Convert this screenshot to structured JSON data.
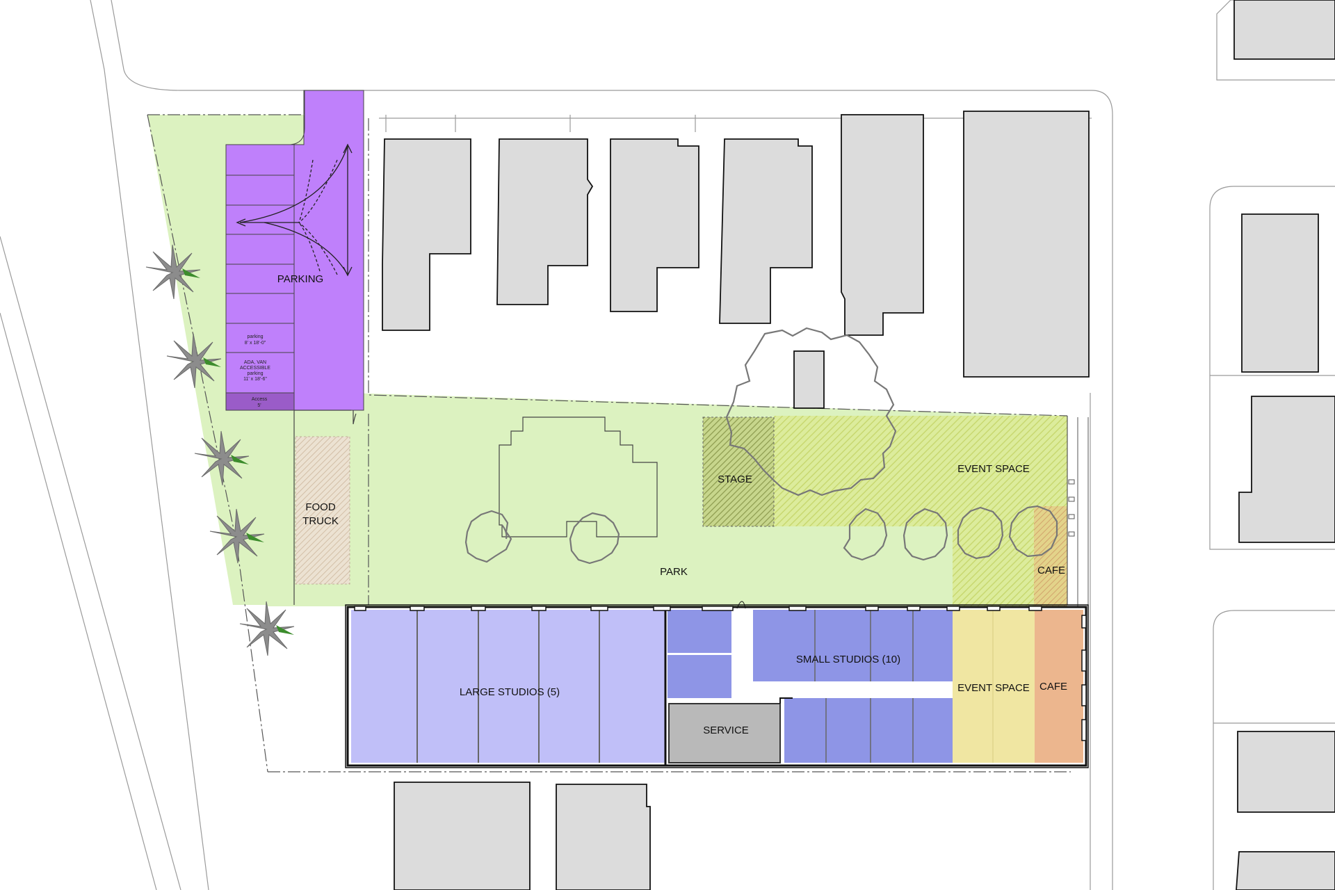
{
  "labels": {
    "parking": "PARKING",
    "parking_stall_1": "parking",
    "parking_stall_2": "8' x 18'-0\"",
    "ada_1": "ADA, VAN",
    "ada_2": "ACCESSIBLE",
    "ada_3": "parking",
    "ada_4": "11' x 18'-6\"",
    "access_1": "Access",
    "access_2": "5'",
    "food_truck_1": "FOOD",
    "food_truck_2": "TRUCK",
    "park": "PARK",
    "stage": "STAGE",
    "event_space_outdoor": "EVENT SPACE",
    "cafe_outdoor": "CAFE",
    "large_studios": "LARGE STUDIOS (5)",
    "small_studios": "SMALL STUDIOS (10)",
    "service": "SERVICE",
    "event_space_indoor": "EVENT SPACE",
    "cafe_indoor": "CAFE"
  },
  "colors": {
    "park": "#dcf2c0",
    "parking": "#bf80fb",
    "access": "#9a5cc8",
    "large_studios": "#c0bff8",
    "small_studios": "#8e95e6",
    "service": "#b9b9b9",
    "event_space": "#f0e6a2",
    "cafe": "#ecb68e",
    "food_truck": "#e7d6c4",
    "stage": "#b9c474",
    "event_hatch": "#d2e68c",
    "building": "#dcdcdc"
  }
}
